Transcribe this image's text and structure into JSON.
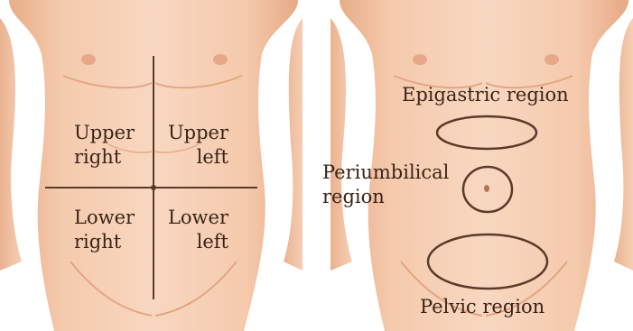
{
  "colors": {
    "skin_light": "#f7d4bb",
    "skin_mid": "#eeb792",
    "skin_shadow": "#d69a76",
    "line_dark": "#5b3a2a",
    "text": "#3a2417",
    "background": "#ffffff"
  },
  "quadrants": {
    "upper_right": [
      "Upper",
      "right"
    ],
    "upper_left": [
      "Upper",
      "left"
    ],
    "lower_right": [
      "Lower",
      "right"
    ],
    "lower_left": [
      "Lower",
      "left"
    ]
  },
  "regions": {
    "epigastric": "Epigastric region",
    "periumbilical": [
      "Periumbilical",
      "region"
    ],
    "pelvic": "Pelvic region"
  }
}
